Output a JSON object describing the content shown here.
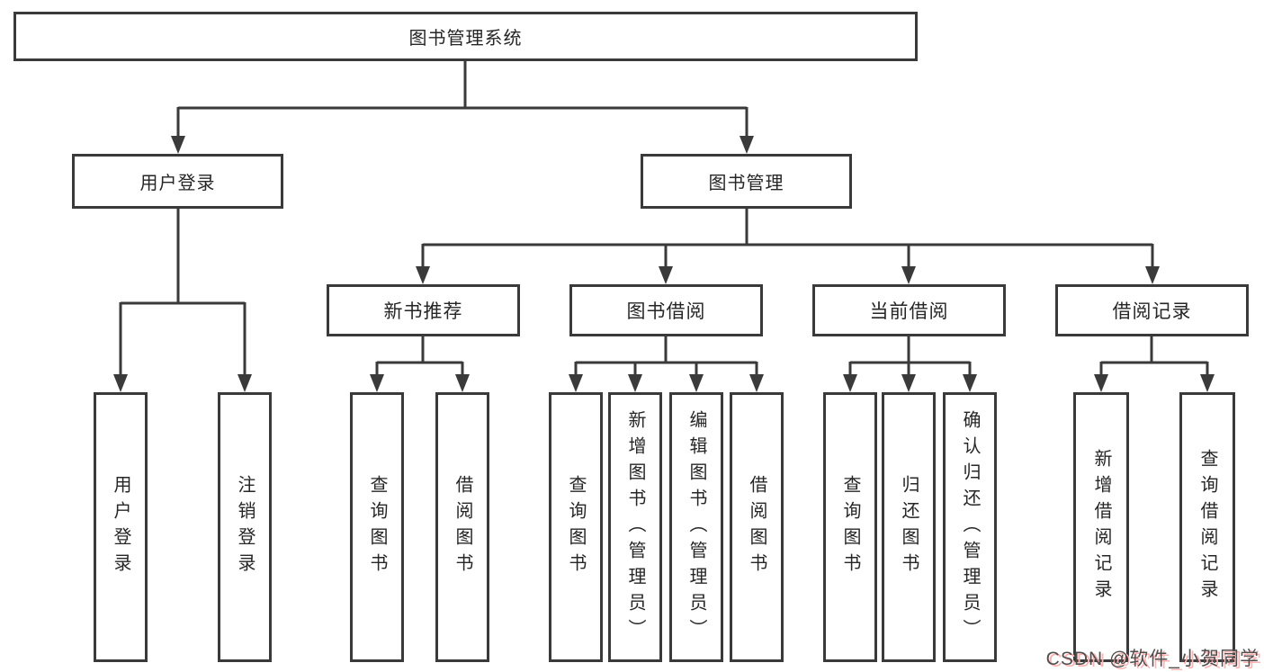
{
  "diagram": {
    "title": "图书管理系统",
    "root": {
      "label": "图书管理系统"
    },
    "level2": [
      {
        "label": "用户登录",
        "children": [
          {
            "label": "用户登录"
          },
          {
            "label": "注销登录"
          }
        ]
      },
      {
        "label": "图书管理",
        "sections": [
          {
            "label": "新书推荐",
            "children": [
              {
                "label": "查询图书"
              },
              {
                "label": "借阅图书"
              }
            ]
          },
          {
            "label": "图书借阅",
            "children": [
              {
                "label": "查询图书"
              },
              {
                "label": "新增图书（管理员）"
              },
              {
                "label": "编辑图书（管理员）"
              },
              {
                "label": "借阅图书"
              }
            ]
          },
          {
            "label": "当前借阅",
            "children": [
              {
                "label": "查询图书"
              },
              {
                "label": "归还图书"
              },
              {
                "label": "确认归还（管理员）"
              }
            ]
          },
          {
            "label": "借阅记录",
            "children": [
              {
                "label": "新增借阅记录"
              },
              {
                "label": "查询借阅记录"
              }
            ]
          }
        ]
      }
    ]
  },
  "watermark": {
    "text": "CSDN @软件_小贺同学",
    "text_color": "#4f4f4f",
    "shadow_color": "#ffb0b0"
  },
  "colors": {
    "background": "#ffffff",
    "line": "#3a3a3a",
    "box_border": "#3a3a3a",
    "text": "#262626"
  }
}
